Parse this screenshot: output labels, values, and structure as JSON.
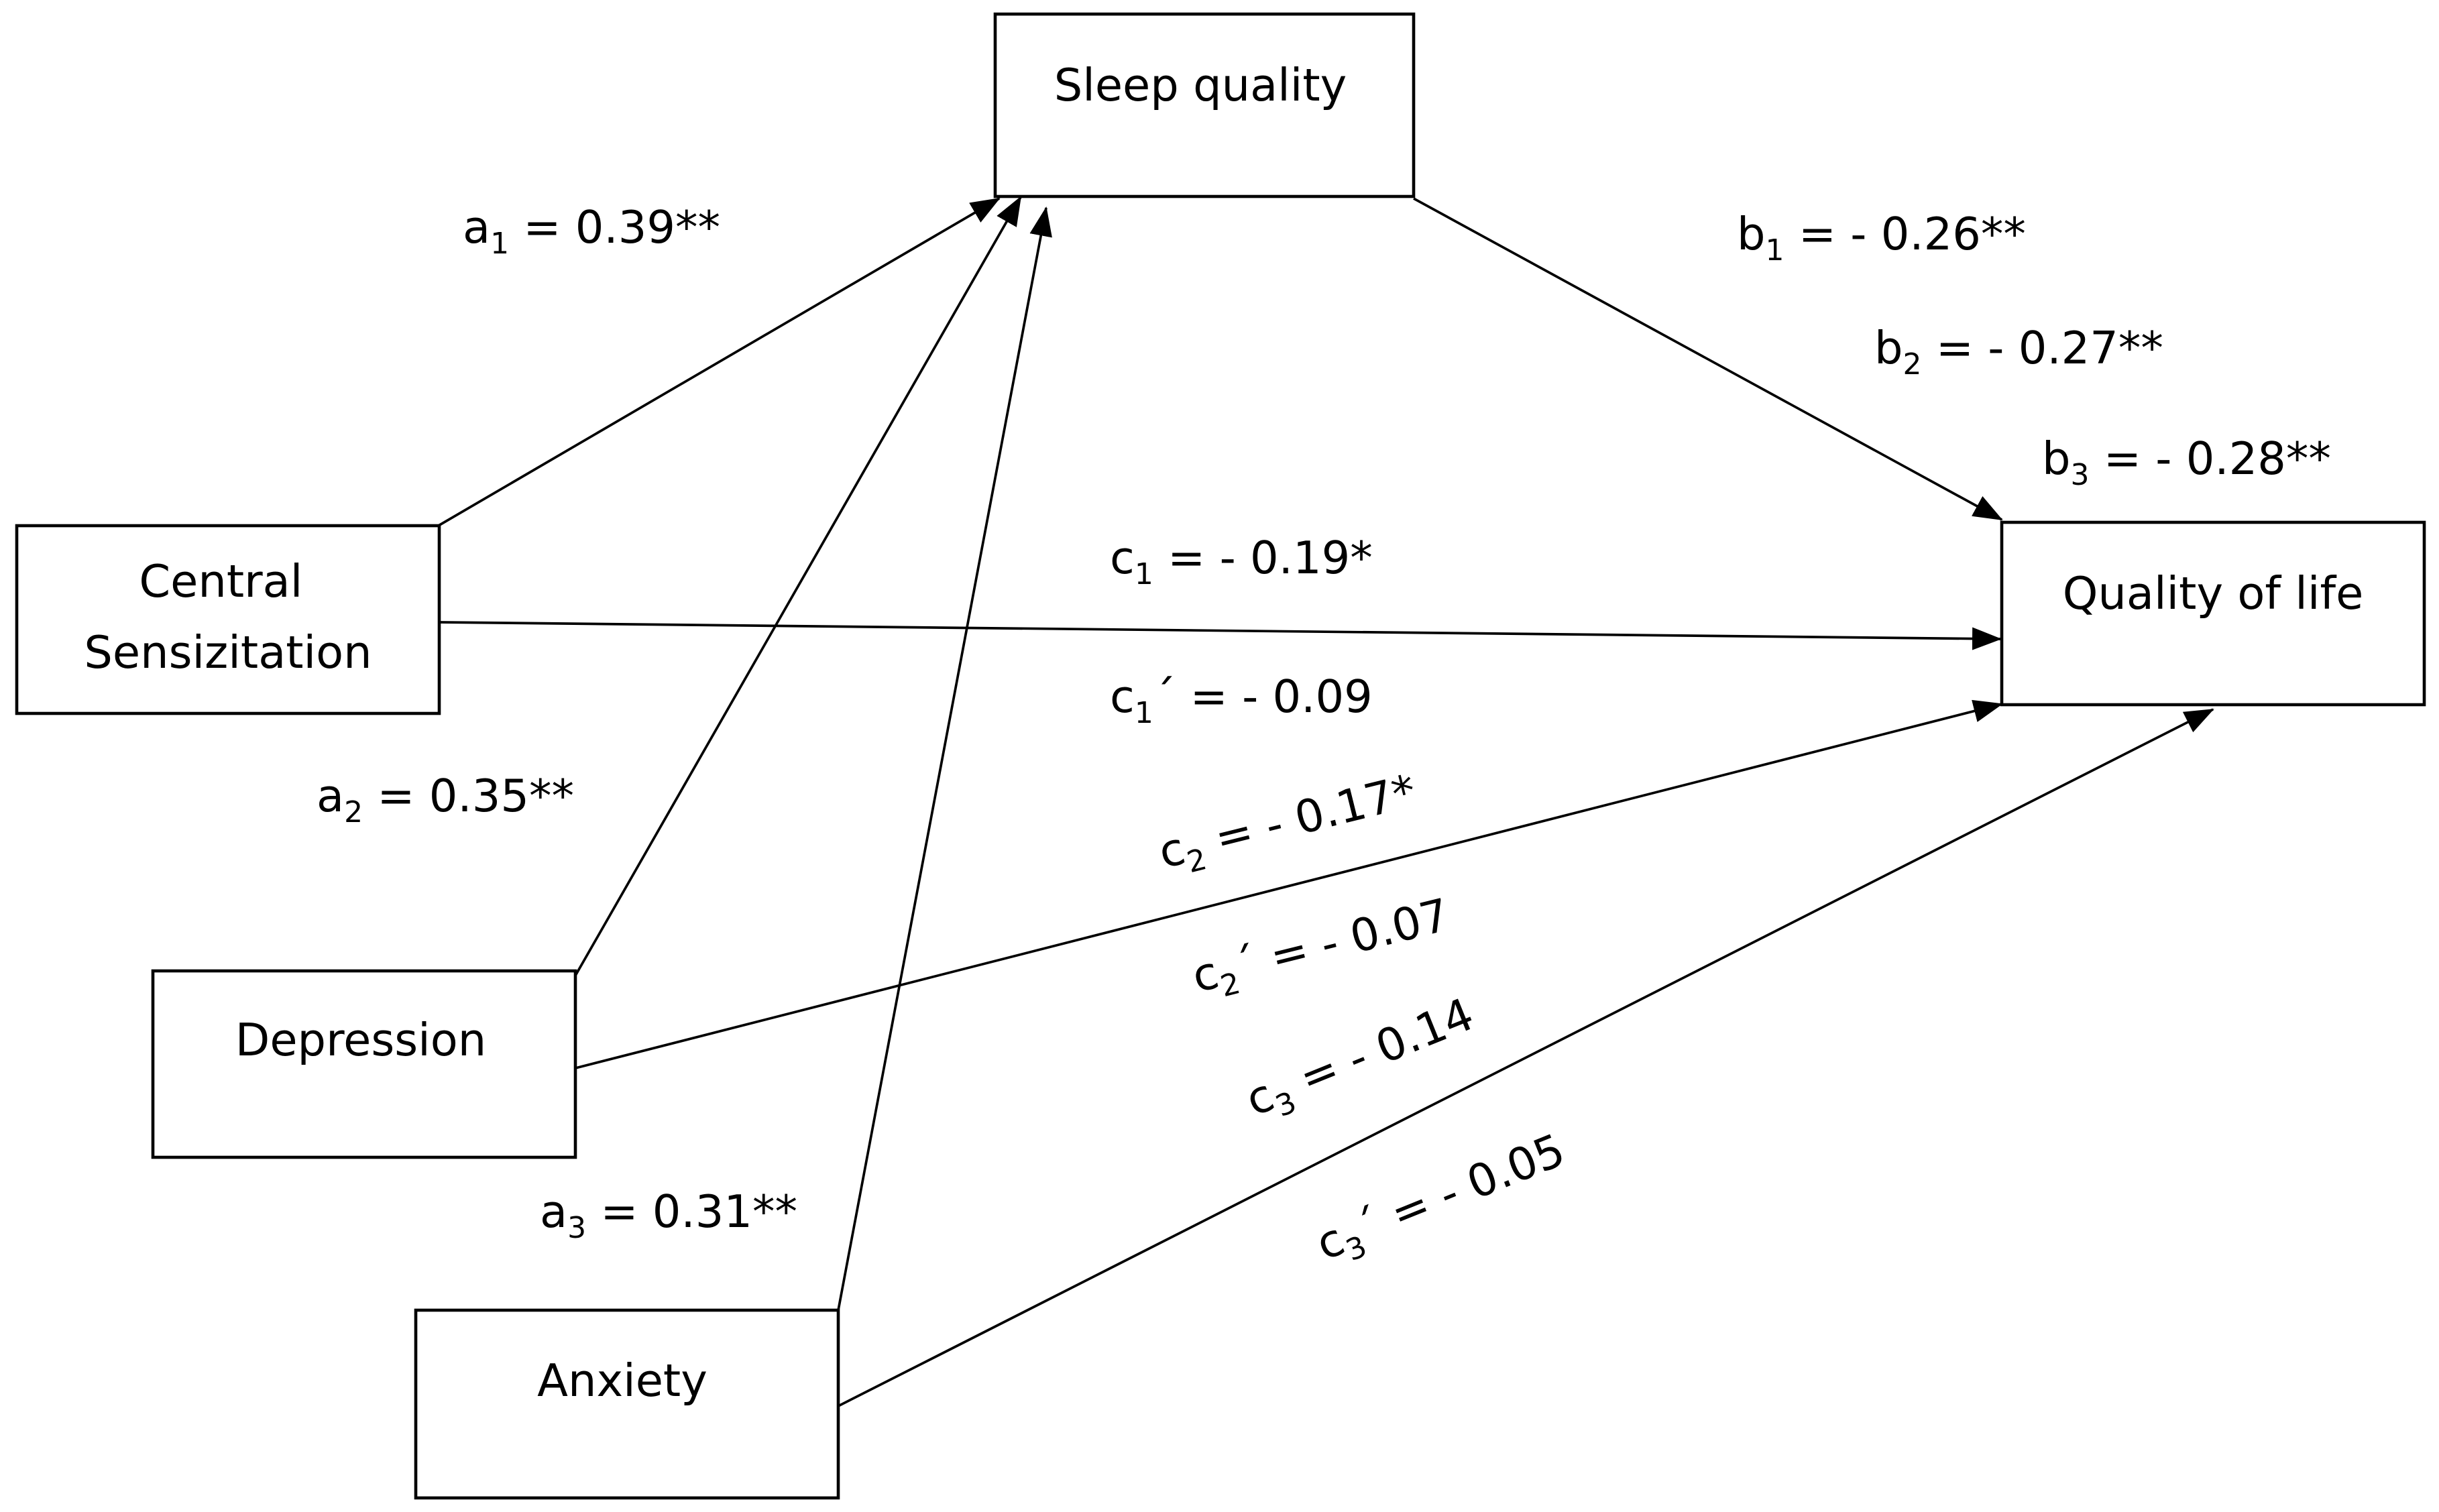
{
  "nodes": {
    "sleep_quality": [
      "Sleep quality"
    ],
    "central_sensitization": [
      "Central",
      "Sensizitation"
    ],
    "depression": [
      "Depression"
    ],
    "anxiety": [
      "Anxiety"
    ],
    "quality_of_life": [
      "Quality of life"
    ]
  },
  "coefficients": {
    "a1": {
      "sym": "a",
      "sub": "1",
      "prime": "",
      "value": " = 0.39**"
    },
    "a2": {
      "sym": "a",
      "sub": "2",
      "prime": "",
      "value": " = 0.35**"
    },
    "a3": {
      "sym": "a",
      "sub": "3",
      "prime": "",
      "value": " = 0.31**"
    },
    "b1": {
      "sym": "b",
      "sub": "1",
      "prime": "",
      "value": " = - 0.26**"
    },
    "b2": {
      "sym": "b",
      "sub": "2",
      "prime": "",
      "value": " = - 0.27**"
    },
    "b3": {
      "sym": "b",
      "sub": "3",
      "prime": "",
      "value": " = - 0.28**"
    },
    "c1": {
      "sym": "c",
      "sub": "1",
      "prime": "",
      "value": " = - 0.19*"
    },
    "c1p": {
      "sym": "c",
      "sub": "1",
      "prime": "´",
      "value": " = - 0.09"
    },
    "c2": {
      "sym": "c",
      "sub": "2",
      "prime": "",
      "value": " = - 0.17*"
    },
    "c2p": {
      "sym": "c",
      "sub": "2",
      "prime": "´",
      "value": " = - 0.07"
    },
    "c3": {
      "sym": "c",
      "sub": "3",
      "prime": "",
      "value": " = - 0.14"
    },
    "c3p": {
      "sym": "c",
      "sub": "3",
      "prime": "´",
      "value": " = - 0.05"
    }
  },
  "edges": [
    {
      "from": "central_sensitization",
      "to": "sleep_quality",
      "label": "a1"
    },
    {
      "from": "depression",
      "to": "sleep_quality",
      "label": "a2"
    },
    {
      "from": "anxiety",
      "to": "sleep_quality",
      "label": "a3"
    },
    {
      "from": "sleep_quality",
      "to": "quality_of_life",
      "label": "b"
    },
    {
      "from": "central_sensitization",
      "to": "quality_of_life",
      "label": "c1"
    },
    {
      "from": "depression",
      "to": "quality_of_life",
      "label": "c2"
    },
    {
      "from": "anxiety",
      "to": "quality_of_life",
      "label": "c3"
    }
  ]
}
